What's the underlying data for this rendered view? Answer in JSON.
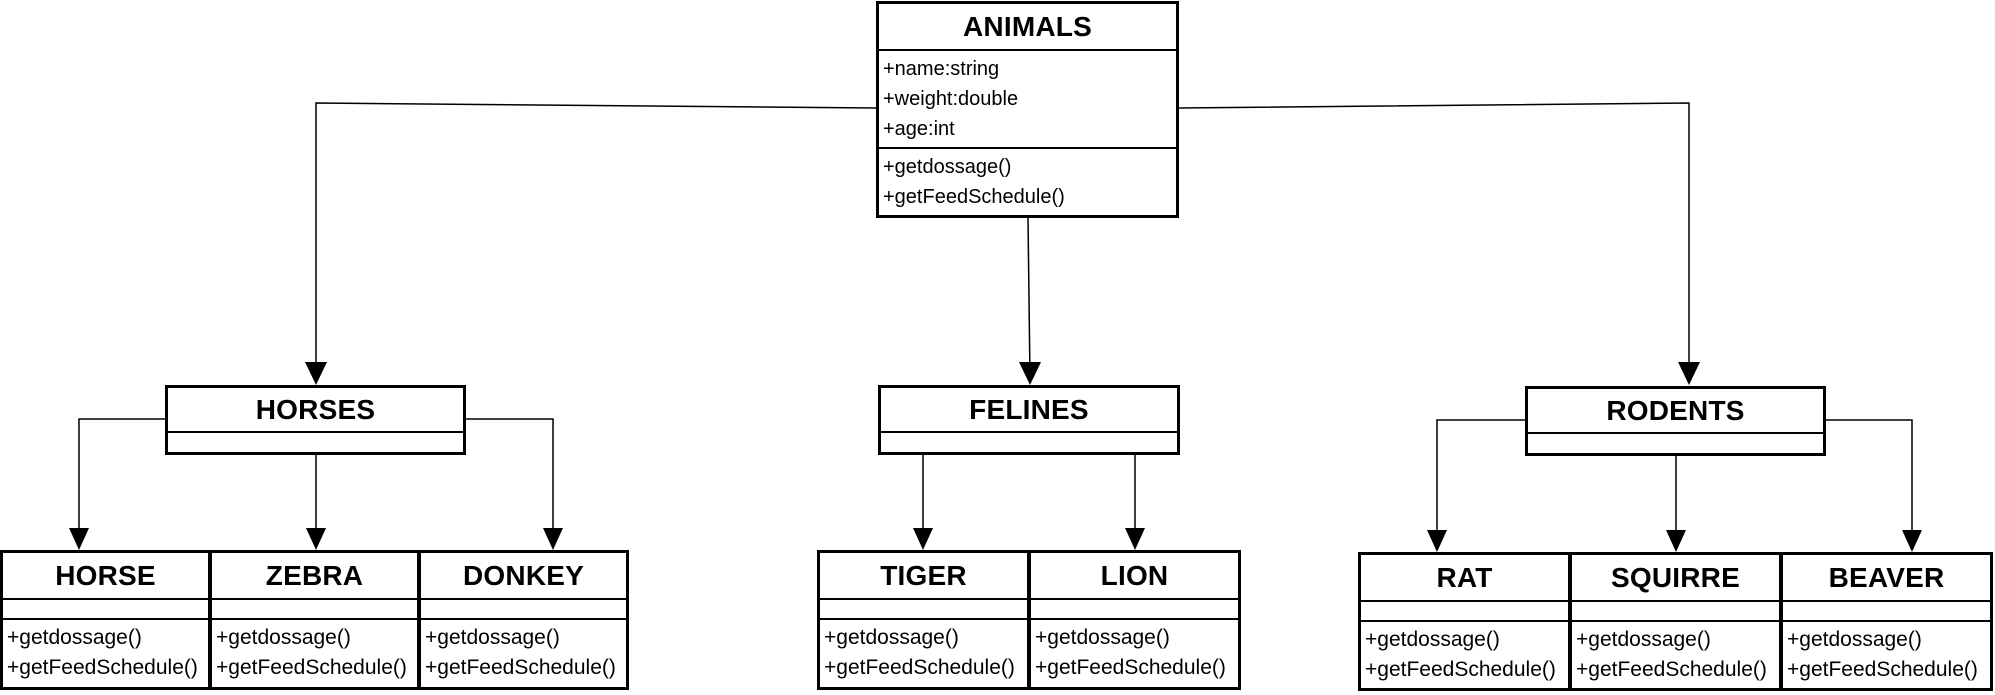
{
  "classes": {
    "animals": {
      "name": "ANIMALS",
      "attributes": [
        "+name:string",
        "+weight:double",
        "+age:int"
      ],
      "methods": [
        "+getdossage()",
        "+getFeedSchedule()"
      ]
    },
    "horses": {
      "name": "HORSES"
    },
    "felines": {
      "name": "FELINES"
    },
    "rodents": {
      "name": "RODENTS"
    },
    "horse": {
      "name": "HORSE",
      "methods": [
        "+getdossage()",
        "+getFeedSchedule()"
      ]
    },
    "zebra": {
      "name": "ZEBRA",
      "methods": [
        "+getdossage()",
        "+getFeedSchedule()"
      ]
    },
    "donkey": {
      "name": "DONKEY",
      "methods": [
        "+getdossage()",
        "+getFeedSchedule()"
      ]
    },
    "tiger": {
      "name": "TIGER",
      "methods": [
        "+getdossage()",
        "+getFeedSchedule()"
      ]
    },
    "lion": {
      "name": "LION",
      "methods": [
        "+getdossage()",
        "+getFeedSchedule()"
      ]
    },
    "rat": {
      "name": "RAT",
      "methods": [
        "+getdossage()",
        "+getFeedSchedule()"
      ]
    },
    "squirre": {
      "name": "SQUIRRE",
      "methods": [
        "+getdossage()",
        "+getFeedSchedule()"
      ]
    },
    "beaver": {
      "name": "BEAVER",
      "methods": [
        "+getdossage()",
        "+getFeedSchedule()"
      ]
    }
  },
  "edges": [
    {
      "from": "animals",
      "to": "horses"
    },
    {
      "from": "animals",
      "to": "felines"
    },
    {
      "from": "animals",
      "to": "rodents"
    },
    {
      "from": "horses",
      "to": "horse"
    },
    {
      "from": "horses",
      "to": "zebra"
    },
    {
      "from": "horses",
      "to": "donkey"
    },
    {
      "from": "felines",
      "to": "tiger"
    },
    {
      "from": "felines",
      "to": "lion"
    },
    {
      "from": "rodents",
      "to": "rat"
    },
    {
      "from": "rodents",
      "to": "squirre"
    },
    {
      "from": "rodents",
      "to": "beaver"
    }
  ]
}
